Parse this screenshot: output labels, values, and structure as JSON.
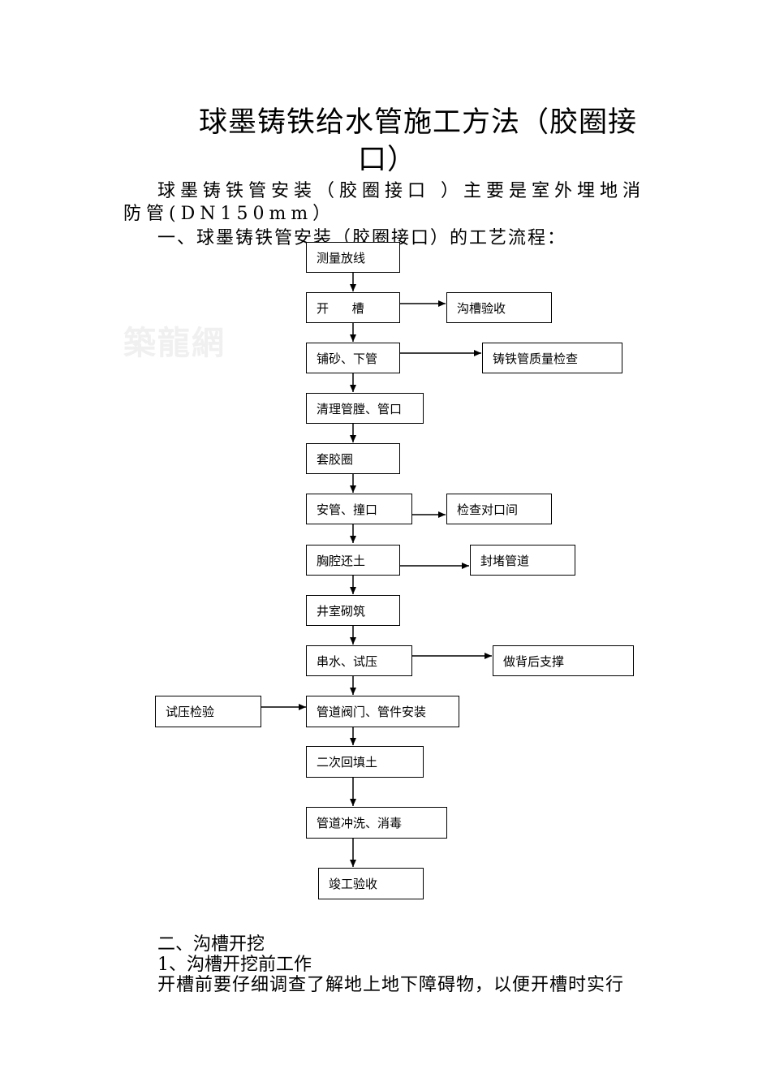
{
  "title": {
    "line1": "球墨铸铁给水管施工方法（胶圈接",
    "line2": "口）"
  },
  "intro": "球墨铸铁管安装（胶圈接口 ）主要是室外埋地消防管(DN150mm）",
  "section1_heading": "一、球墨铸铁管安装（胶圈接口）的工艺流程：",
  "watermark": "築龍網",
  "flow": {
    "main_steps": [
      "测量放线",
      "开      槽",
      "铺砂、下管",
      "清理管膛、管口",
      "套胶圈",
      "安管、撞口",
      "胸腔还土",
      "井室砌筑",
      "串水、试压",
      "管道阀门、管件安装",
      "二次回填土",
      "管道冲洗、消毒",
      "竣工验收"
    ],
    "side_steps": [
      "沟槽验收",
      "铸铁管质量检查",
      "检查对口间",
      "封堵管道",
      "做背后支撑"
    ],
    "left_step": "试压检验"
  },
  "section2_heading": "二、沟槽开挖",
  "sub1_heading": "1、沟槽开挖前工作",
  "body_text": "开槽前要仔细调查了解地上地下障碍物，以便开槽时实行"
}
